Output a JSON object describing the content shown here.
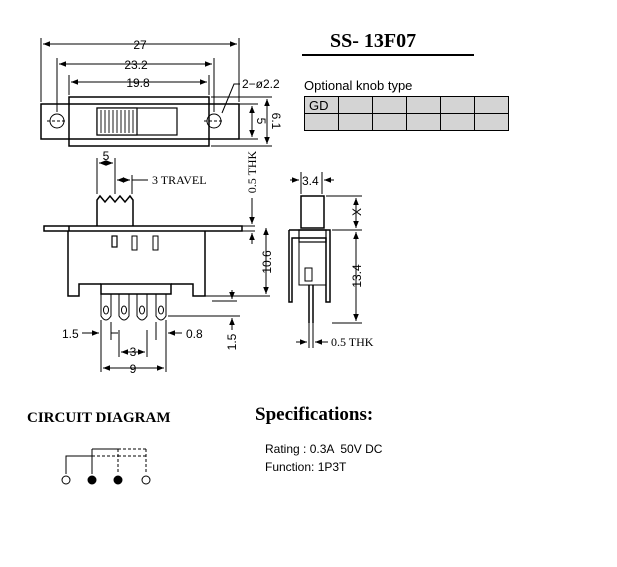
{
  "model": "SS- 13F07",
  "knob": {
    "title": "Optional knob type",
    "cells_row1": [
      "GD",
      "",
      "",
      "",
      "",
      ""
    ],
    "cells_row2": [
      "",
      "",
      "",
      "",
      "",
      ""
    ]
  },
  "dims": {
    "overall_length": "27",
    "hole_spacing": "23.2",
    "body_length": "19.8",
    "mount_hole": "2−ø2.2",
    "flange_height": "5",
    "flange_width": "6.1",
    "knob_width": "5",
    "travel": "3 TRAVEL",
    "plate_thk": "0.5 THK",
    "body_height": "10.6",
    "pin_height": "1.5",
    "pin_width": "0.8",
    "pin_side": "1.5",
    "pin_pitch": "3",
    "pin_span": "9",
    "depth": "3.4",
    "knob_x": "X",
    "side_height": "13.4",
    "pin_thk": "0.5 THK"
  },
  "circuit": {
    "title": "CIRCUIT DIAGRAM"
  },
  "specs": {
    "title": "Specifications:",
    "rating": "Rating : 0.3A  50V DC",
    "function": "Function: 1P3T"
  }
}
